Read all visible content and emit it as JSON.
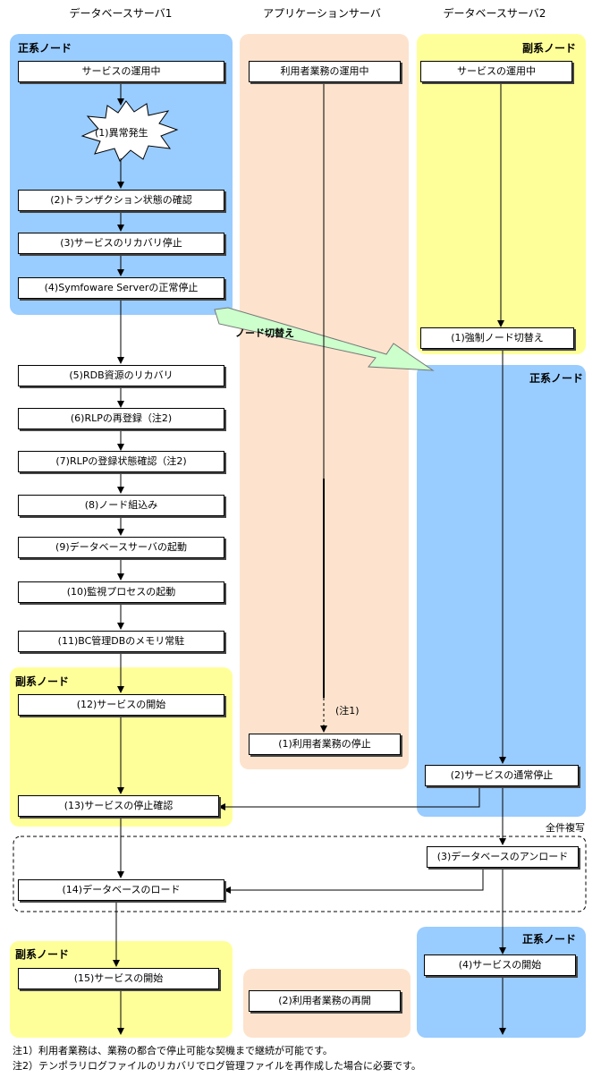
{
  "columns": {
    "db1": "データベースサーバ1",
    "app": "アプリケーションサーバ",
    "db2": "データベースサーバ2"
  },
  "zones": {
    "db1_primary": "正系ノード",
    "db2_secondary": "副系ノード",
    "db2_primary": "正系ノード",
    "db1_secondary_a": "副系ノード",
    "db1_secondary_b": "副系ノード",
    "db2_primary_b": "正系ノード",
    "full_copy": "全件複写"
  },
  "db1_steps": {
    "running": "サービスの運用中",
    "failure": "(1)異常発生",
    "s2": "(2)トランザクション状態の確認",
    "s3": "(3)サービスのリカバリ停止",
    "s4": "(4)Symfoware Serverの正常停止",
    "s5": "(5)RDB資源のリカバリ",
    "s6": "(6)RLPの再登録（注2)",
    "s7": "(7)RLPの登録状態確認（注2)",
    "s8": "(8)ノード組込み",
    "s9": "(9)データベースサーバの起動",
    "s10": "(10)監視プロセスの起動",
    "s11": "(11)BC管理DBのメモリ常駐",
    "s12": "(12)サービスの開始",
    "s13": "(13)サービスの停止確認",
    "s14": "(14)データベースのロード",
    "s15": "(15)サービスの開始"
  },
  "app_steps": {
    "running": "利用者業務の運用中",
    "note1": "(注1)",
    "s1": "(1)利用者業務の停止",
    "s2": "(2)利用者業務の再開"
  },
  "db2_steps": {
    "running": "サービスの運用中",
    "s1": "(1)強制ノード切替え",
    "s2": "(2)サービスの通常停止",
    "s3": "(3)データベースのアンロード",
    "s4": "(4)サービスの開始"
  },
  "switch_label": "ノード切替え",
  "footnotes": {
    "n1": "注1）利用者業務は、業務の都合で停止可能な契機まで継続が可能です。",
    "n2": "注2）テンポラリログファイルのリカバリでログ管理ファイルを再作成した場合に必要です。"
  },
  "colors": {
    "primary_zone": "#99ccff",
    "secondary_zone": "#ffff99",
    "app_zone": "#fde3cd",
    "switch_arrow": "#ccffcc"
  }
}
